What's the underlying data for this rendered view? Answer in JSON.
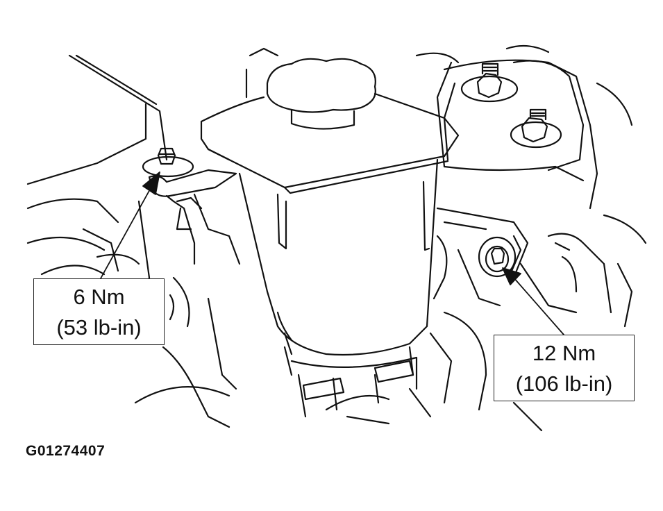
{
  "callouts": {
    "left": {
      "line1": "6 Nm",
      "line2": "(53 lb-in)"
    },
    "right": {
      "line1": "12 Nm",
      "line2": "(106 lb-in)"
    }
  },
  "figure_id": "G01274407",
  "colors": {
    "ink": "#111111",
    "background": "#ffffff"
  }
}
